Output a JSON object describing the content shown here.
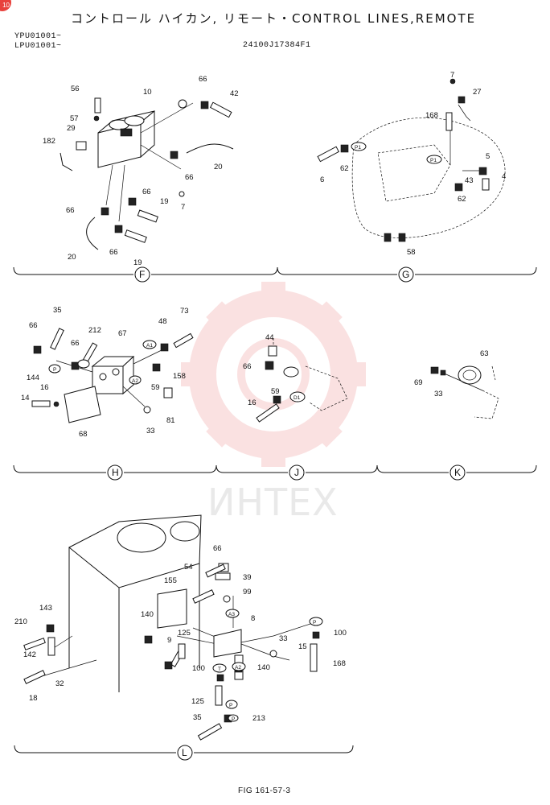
{
  "header": {
    "title": "コントロール ハイカン, リモート・CONTROL LINES,REMOTE",
    "serial_1": "YPU01001~",
    "serial_2": "LPU01001~",
    "drawing_number": "24100J17384F1"
  },
  "footer": {
    "figure_number": "FIG 161-57-3"
  },
  "watermark": {
    "text": "ИНТЕХ",
    "color": "#f6c9c9"
  },
  "sections": {
    "F": {
      "letter": "F",
      "callouts": [
        "56",
        "10",
        "66",
        "42",
        "57",
        "29",
        "182",
        "66",
        "20",
        "7",
        "66",
        "19",
        "66",
        "20",
        "66",
        "19"
      ]
    },
    "G": {
      "letter": "G",
      "callouts": [
        "7",
        "27",
        "168",
        "6",
        "62",
        "43",
        "5",
        "4",
        "62",
        "58"
      ],
      "tags": [
        "P1",
        "P1"
      ]
    },
    "H": {
      "letter": "H",
      "callouts": [
        "35",
        "66",
        "212",
        "67",
        "48",
        "73",
        "66",
        "144",
        "158",
        "14",
        "16",
        "59",
        "81",
        "68",
        "33"
      ],
      "tags": [
        "A1",
        "P",
        "A2"
      ]
    },
    "J": {
      "letter": "J",
      "callouts": [
        "44",
        "66",
        "59",
        "16"
      ],
      "tags": [
        "D1"
      ]
    },
    "K": {
      "letter": "K",
      "callouts": [
        "63",
        "69",
        "33"
      ]
    },
    "L": {
      "letter": "L",
      "callouts": [
        "66",
        "54",
        "155",
        "39",
        "99",
        "143",
        "210",
        "140",
        "8",
        "142",
        "125",
        "9",
        "33",
        "100",
        "15",
        "168",
        "100",
        "140",
        "32",
        "18",
        "125",
        "213",
        "35"
      ],
      "tags": [
        "A3",
        "P",
        "T",
        "A2",
        "P",
        "P"
      ]
    }
  }
}
